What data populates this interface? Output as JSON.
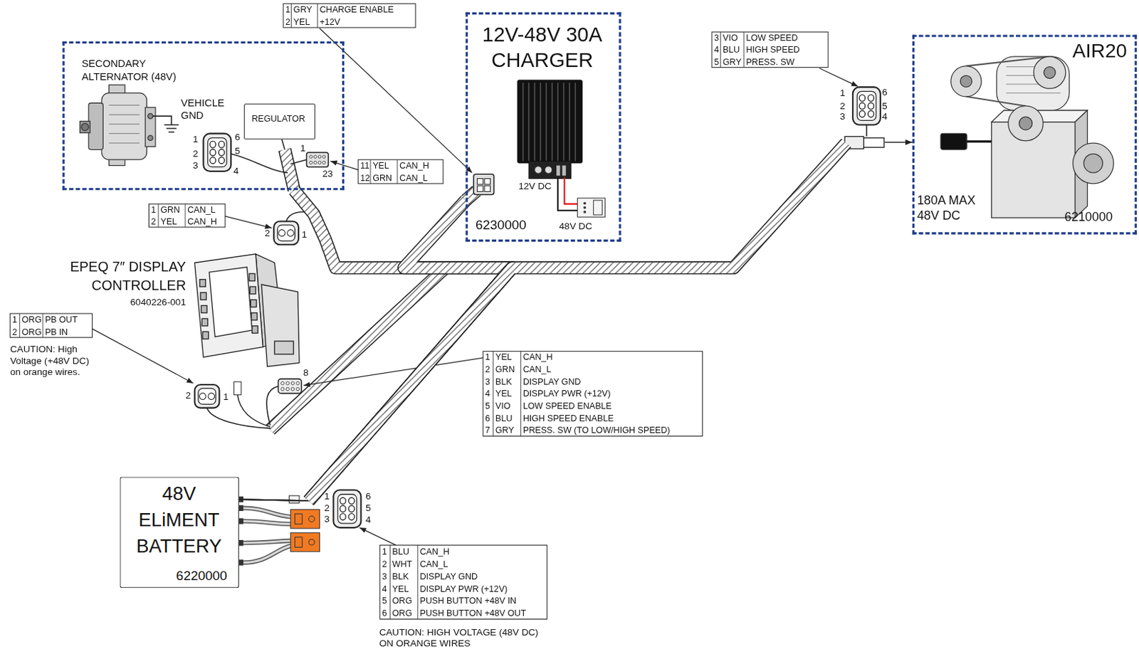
{
  "diagram": {
    "nodes": [
      {
        "text": [
          "SECONDARY ALTERNATOR (48V)"
        ]
      },
      {
        "text": [
          "REGULATOR"
        ],
        "in": 0
      },
      {
        "text": [
          "12V-48V 30A CHARGER",
          "12V DC",
          "48V DC",
          "6230000"
        ]
      },
      {
        "text": [
          "AIR20",
          "180A MAX 48V DC",
          "6210000"
        ]
      },
      {
        "text": [
          "48V ELiMENT BATTERY",
          "6220000"
        ]
      }
    ],
    "edges": [
      {
        "from": 4,
        "to": 0,
        "arrow": "none"
      },
      {
        "from": 4,
        "to": 2,
        "arrow": "none"
      },
      {
        "from": 4,
        "to": 3,
        "arrow": "to"
      }
    ],
    "labels": [
      "1",
      "GRY",
      "CHARGE ENABLE",
      "2",
      "YEL",
      "+12V",
      "1",
      "6",
      "2",
      "5",
      "3",
      "4",
      "1",
      "23",
      "11",
      "YEL",
      "CAN_H",
      "12",
      "GRN",
      "CAN_L",
      "VEHICLE GND",
      "1",
      "GRN",
      "CAN_L",
      "2",
      "YEL",
      "CAN_H",
      "2",
      "1",
      "3",
      "VIO",
      "LOW SPEED",
      "4",
      "BLU",
      "HIGH SPEED",
      "5",
      "GRY",
      "PRESS. SW",
      "1",
      "6",
      "2",
      "5",
      "3",
      "4",
      "EPEQ 7″ DISPLAY CONTROLLER",
      "6040226-001",
      "1",
      "ORG",
      "PB OUT",
      "2",
      "ORG",
      "PB IN",
      "CAUTION: High Voltage (+48V DC) on orange wires.",
      "2",
      "1",
      "8",
      "1",
      "YEL",
      "CAN_H",
      "2",
      "GRN",
      "CAN_L",
      "3",
      "BLK",
      "DISPLAY GND",
      "4",
      "YEL",
      "DISPLAY PWR (+12V)",
      "5",
      "VIO",
      "LOW SPEED ENABLE",
      "6",
      "BLU",
      "HIGH SPEED ENABLE",
      "7",
      "GRY",
      "PRESS. SW (TO LOW/HIGH SPEED)",
      "1",
      "6",
      "2",
      "5",
      "3",
      "4",
      "1",
      "BLU",
      "CAN_H",
      "2",
      "WHT",
      "CAN_L",
      "3",
      "BLK",
      "DISPLAY GND",
      "4",
      "YEL",
      "DISPLAY PWR (+12V)",
      "5",
      "ORG",
      "PUSH BUTTON +48V IN",
      "6",
      "ORG",
      "PUSH BUTTON +48V OUT",
      "CAUTION: HIGH VOLTAGE (48V DC) ON ORANGE WIRES"
    ]
  }
}
